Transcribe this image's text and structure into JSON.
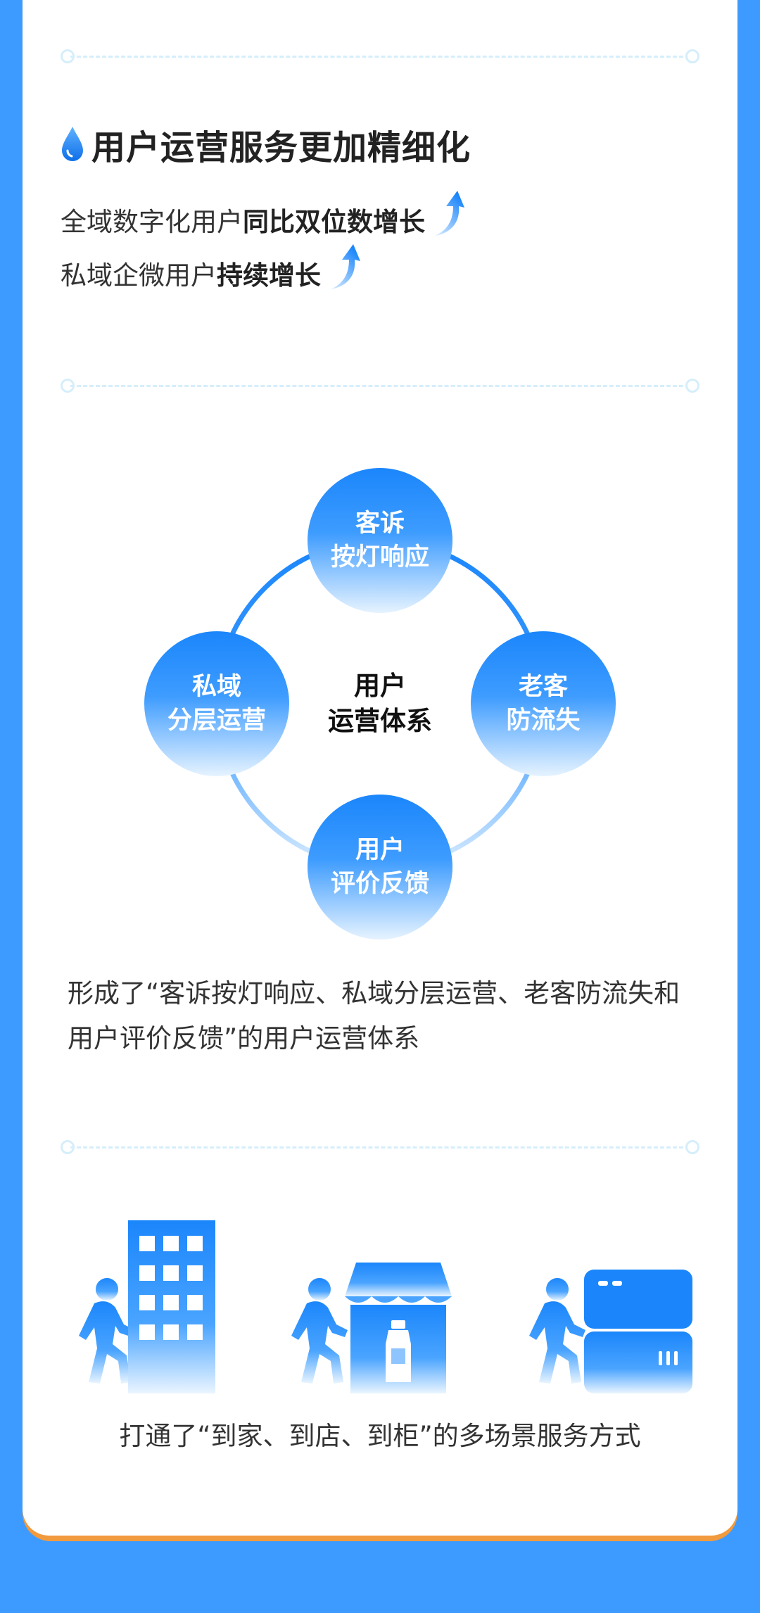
{
  "section1": {
    "title": "用户运营服务更加精细化",
    "line1_normal": "全域数字化用户",
    "line1_bold": "同比双位数增长",
    "line2_normal": "私域企微用户",
    "line2_bold": "持续增长"
  },
  "cycle": {
    "center_line1": "用户",
    "center_line2": "运营体系",
    "nodes": [
      {
        "line1": "客诉",
        "line2": "按灯响应"
      },
      {
        "line1": "老客",
        "line2": "防流失"
      },
      {
        "line1": "用户",
        "line2": "评价反馈"
      },
      {
        "line1": "私域",
        "line2": "分层运营"
      }
    ]
  },
  "description": "形成了“客诉按灯响应、私域分层运营、老客防流失和用户评价反馈”的用户运营体系",
  "scenes_caption": "打通了“到家、到店、到柜”的多场景服务方式",
  "colors": {
    "background": "#3d9bff",
    "accent_blue": "#1b86fb",
    "card_edge_orange": "#f29a3e",
    "divider": "#d6eefb"
  }
}
